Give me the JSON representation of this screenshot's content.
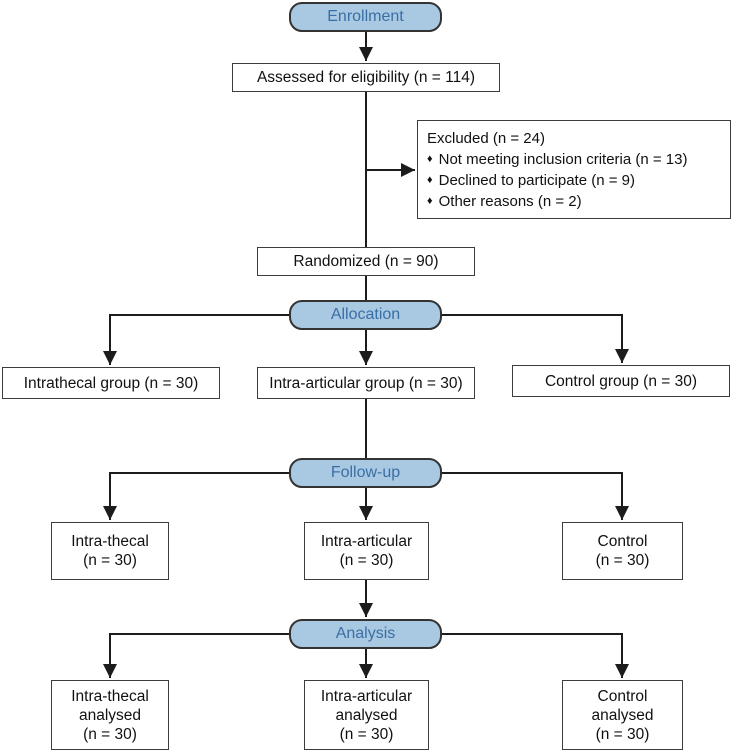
{
  "colors": {
    "stage_fill": "#a9c8e1",
    "stage_text": "#3a6fa5",
    "box_border": "#3c3c3c",
    "line": "#1c1c1c",
    "background": "#ffffff"
  },
  "stages": {
    "enrollment": "Enrollment",
    "allocation": "Allocation",
    "followup": "Follow-up",
    "analysis": "Analysis"
  },
  "enrollment": {
    "assessed": "Assessed for eligibility (n = 114)",
    "excluded": {
      "title": "Excluded (n = 24)",
      "bullet": "♦",
      "items": [
        "Not meeting inclusion criteria (n = 13)",
        "Declined to participate (n = 9)",
        "Other reasons (n = 2)"
      ]
    },
    "randomized": "Randomized (n = 90)"
  },
  "allocation_row": [
    "Intrathecal group (n = 30)",
    "Intra-articular group (n = 30)",
    "Control group (n = 30)"
  ],
  "followup_row": [
    {
      "lines": [
        "Intra-thecal",
        "(n = 30)"
      ]
    },
    {
      "lines": [
        "Intra-articular",
        "(n = 30)"
      ]
    },
    {
      "lines": [
        "Control",
        "(n = 30)"
      ]
    }
  ],
  "analysis_row": [
    {
      "lines": [
        "Intra-thecal",
        "analysed",
        "(n = 30)"
      ]
    },
    {
      "lines": [
        "Intra-articular",
        "analysed",
        "(n = 30)"
      ]
    },
    {
      "lines": [
        "Control",
        "analysed",
        "(n = 30)"
      ]
    }
  ]
}
